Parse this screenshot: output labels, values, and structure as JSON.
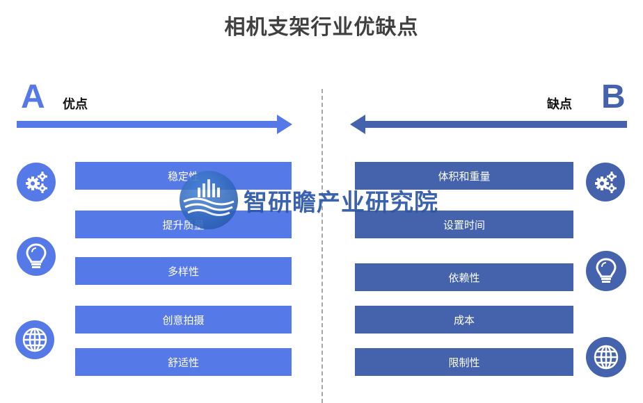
{
  "title": "相机支架行业优缺点",
  "advantages": {
    "letter": "A",
    "label": "优点",
    "items": [
      "稳定性",
      "提升质量",
      "多样性",
      "创意拍摄",
      "舒适性"
    ],
    "icons": [
      "gears-icon",
      "lightbulb-icon",
      "globe-icon"
    ]
  },
  "disadvantages": {
    "letter": "B",
    "label": "缺点",
    "items": [
      "体积和重量",
      "设置时间",
      "依赖性",
      "成本",
      "限制性"
    ],
    "icons": [
      "gears-icon",
      "lightbulb-icon",
      "globe-icon"
    ]
  },
  "watermark": {
    "text": "智研瞻产业研究院"
  },
  "colors": {
    "advantage": "#5679e8",
    "disadvantage": "#4563ad",
    "title": "#404040"
  }
}
